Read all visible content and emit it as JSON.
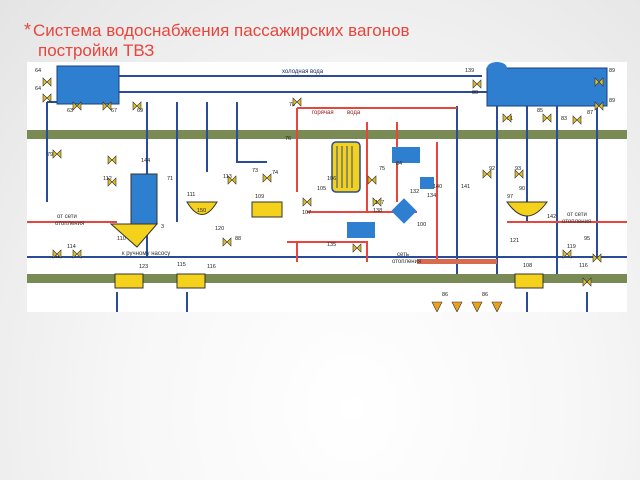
{
  "slide": {
    "bullet": "*",
    "title_line1": "Система водоснабжения пассажирских вагонов",
    "title_line2": "постройки ТВЗ"
  },
  "diagram": {
    "pipe_labels": {
      "cold_water": "холодная вода",
      "hot_water": "горячая",
      "hot_water_2": "вода",
      "from_heating_left_1": "от сети",
      "from_heating_left_2": "отопления",
      "from_heating_right_1": "от сети",
      "from_heating_right_2": "отопления",
      "to_hand_pump": "к ручному насосу",
      "to_heating_1": "сеть",
      "to_heating_2": "отопления"
    },
    "numbers": [
      "64",
      "64",
      "63",
      "67",
      "69",
      "139",
      "89",
      "80",
      "89",
      "85",
      "87",
      "83",
      "81",
      "78",
      "76",
      "79",
      "144",
      "73",
      "74",
      "112",
      "71",
      "113",
      "111",
      "109",
      "106",
      "105",
      "107",
      "150",
      "120",
      "110",
      "3",
      "88",
      "135",
      "137",
      "138",
      "75",
      "84",
      "92",
      "93",
      "140",
      "141",
      "132",
      "134",
      "97",
      "100",
      "142",
      "90",
      "121",
      "115",
      "114",
      "118",
      "123",
      "116",
      "108",
      "119",
      "95",
      "116",
      "86",
      "86"
    ],
    "colors": {
      "pipe_cold": "#2a4a9a",
      "pipe_hot": "#e8453c",
      "floor": "#7a8a55",
      "tank": "#2f7fd0",
      "valve": "#e2bd20",
      "box": "#f4d21c"
    }
  }
}
